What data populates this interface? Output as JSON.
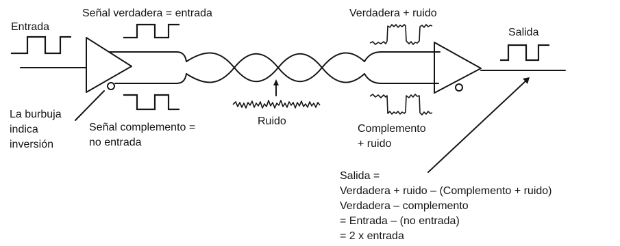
{
  "labels": {
    "input": "Entrada",
    "true_signal": "Señal verdadera = entrada",
    "bubble_line1": "La burbuja",
    "bubble_line2": "indica",
    "bubble_line3": "inversión",
    "complement_line1": "Señal complemento =",
    "complement_line2": "no entrada",
    "noise": "Ruido",
    "true_plus_noise": "Verdadera + ruido",
    "complement_noise_line1": "Complemento",
    "complement_noise_line2": "+ ruido",
    "output": "Salida"
  },
  "equation": {
    "line1": "Salida =",
    "line2": "Verdadera + ruido – (Complemento + ruido)",
    "line3": "Verdadera – complemento",
    "line4": "= Entrada – (no entrada)",
    "line5": "= 2 x entrada"
  }
}
